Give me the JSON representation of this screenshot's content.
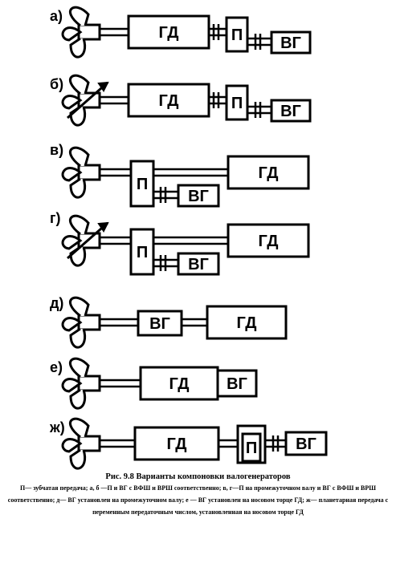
{
  "variants": [
    {
      "id": "a",
      "label": "а)",
      "propeller": "fixed",
      "boxes": [
        "ГД",
        "П",
        "ВГ"
      ]
    },
    {
      "id": "b",
      "label": "б)",
      "propeller": "variable",
      "boxes": [
        "ГД",
        "П",
        "ВГ"
      ]
    },
    {
      "id": "c",
      "label": "в)",
      "propeller": "fixed",
      "boxes": [
        "П",
        "ВГ",
        "ГД"
      ]
    },
    {
      "id": "d",
      "label": "г)",
      "propeller": "variable",
      "boxes": [
        "П",
        "ВГ",
        "ГД"
      ]
    },
    {
      "id": "e",
      "label": "д)",
      "propeller": "fixed",
      "boxes": [
        "ВГ",
        "ГД"
      ]
    },
    {
      "id": "f",
      "label": "е)",
      "propeller": "fixed",
      "boxes": [
        "ГД",
        "ВГ"
      ]
    },
    {
      "id": "g",
      "label": "ж)",
      "propeller": "fixed",
      "boxes": [
        "ГД",
        "П",
        "ВГ"
      ]
    }
  ],
  "caption": {
    "title": "Рис. 9.8  Варианты компоновки валогенераторов",
    "description": "П— зубчатая передача; а, б —П и ВГ с ВФШ и ВРШ соответственно; в, г—П на промежуточном валу и ВГ с ВФШ и ВРШ соответственно; д— ВГ установлен на промежуточном валу; е — ВГ установлен на носовом торце ГД; ж— планетарная передача с переменным передаточным числом, установленная на носовом торце ГД"
  }
}
